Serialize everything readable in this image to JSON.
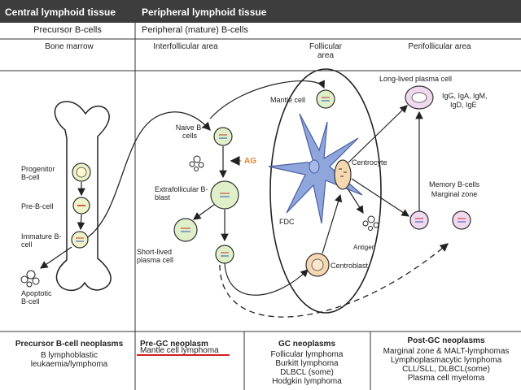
{
  "header": {
    "left": "Central lymphoid tissue",
    "right": "Peripheral lymphoid tissue"
  },
  "subheader": {
    "left": "Precursor B-cells",
    "right": "Peripheral (mature) B-cells"
  },
  "areas": {
    "bone_marrow": "Bone marrow",
    "interfollicular": "Interfollicular area",
    "follicular": "Follicular area",
    "perifollicular": "Perifollicular area"
  },
  "cells": {
    "progenitor": "Progenitor B-cell",
    "pre_b": "Pre-B-cell",
    "immature": "Immature B-cell",
    "apoptotic_left": "Apoptotic B-cell",
    "naive": "Naive B-cells",
    "ag": "AG",
    "extrafollicular": "Extrafollicular B-blast",
    "short_lived": "Short-lived plasma cell",
    "mantle": "Mantle cell",
    "fdc": "FDC",
    "centrocyte": "Centrocyte",
    "antigen": "Antigen",
    "centroblast": "Centroblast",
    "long_lived": "Long-lived plasma cell",
    "ig_line1": "IgG, IgA, IgM,",
    "ig_line2": "IgD, IgE",
    "memory": "Memory B-cells",
    "marginal": "Marginal zone"
  },
  "neoplasms": {
    "col1_title": "Precursor B-cell neoplasms",
    "col1_items": [
      "B lymphoblastic",
      "leukaemia/lymphoma"
    ],
    "col2_title": "Pre-GC neoplasm",
    "col2_items": [
      "Mantle cell lymphoma"
    ],
    "col3_title": "GC neoplasms",
    "col3_items": [
      "Follicular lymphoma",
      "Burkitt lymphoma",
      "DLBCL (some)",
      "Hodgkin lymphoma"
    ],
    "col4_title": "Post-GC neoplasms",
    "col4_items": [
      "Marginal zone & MALT-lymphomas",
      "Lymphoplasmacytic lymphoma",
      "CLL/SLL, DLBCL(some)",
      "Plasma cell myeloma"
    ]
  },
  "colors": {
    "header_bg": "#3d3d3d",
    "cell_green": "#dff0c8",
    "fdc_blue": "#8fa6dd",
    "plasma_pink": "#f0d8ee",
    "accent_red": "#d21f1f",
    "ag_orange": "#e8802f"
  }
}
